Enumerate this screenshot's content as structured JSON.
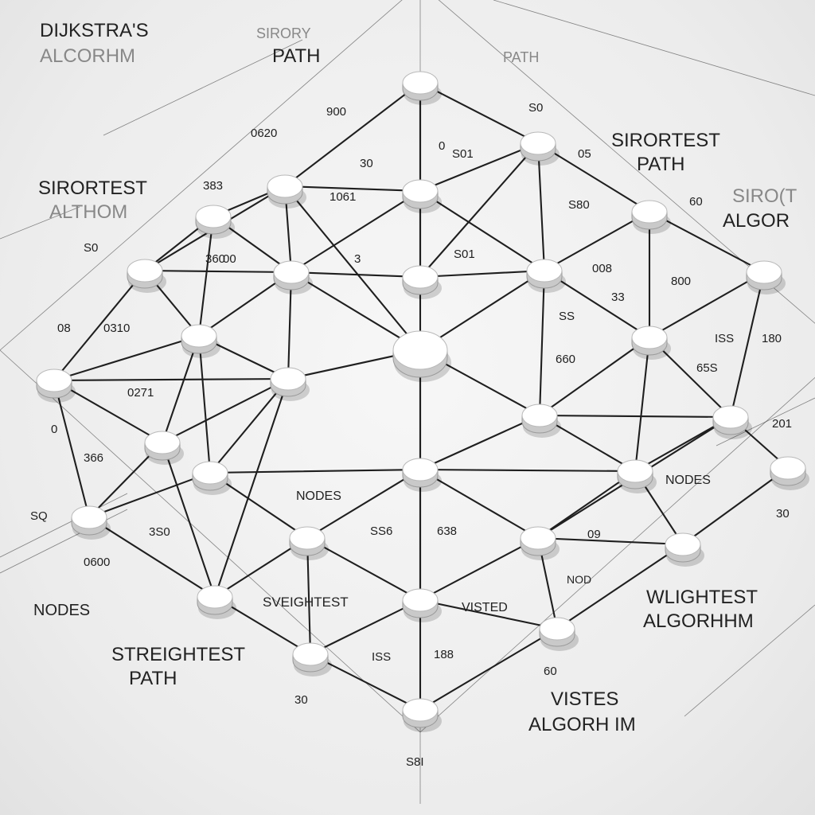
{
  "labels": [
    {
      "key": "title1",
      "text": "DIJKSTRA'S"
    },
    {
      "key": "title2",
      "text": "ALCORHM"
    },
    {
      "key": "tl_sirory",
      "text": "SIRORY"
    },
    {
      "key": "tl_path",
      "text": "PATH"
    },
    {
      "key": "top_path",
      "text": "PATH"
    },
    {
      "key": "sr_right1",
      "text": "SIRORTEST"
    },
    {
      "key": "sr_right2",
      "text": "PATH"
    },
    {
      "key": "sr_left1",
      "text": "SIRORTEST"
    },
    {
      "key": "sr_left2",
      "text": "ALTHOM"
    },
    {
      "key": "far_right1",
      "text": "SIRO(T"
    },
    {
      "key": "far_right2",
      "text": "ALGOR"
    },
    {
      "key": "nodes_center",
      "text": "NODES"
    },
    {
      "key": "nodes_right",
      "text": "NODES"
    },
    {
      "key": "nodes_left",
      "text": "NODES"
    },
    {
      "key": "sveightest",
      "text": "SVEIGHTEST"
    },
    {
      "key": "visted",
      "text": "VISTED"
    },
    {
      "key": "nod_small",
      "text": "NOD"
    },
    {
      "key": "wlightest",
      "text": "WLIGHTEST"
    },
    {
      "key": "algorhhm",
      "text": "ALGORHHM"
    },
    {
      "key": "streightest",
      "text": "STREIGHTEST"
    },
    {
      "key": "path_bottom",
      "text": "PATH"
    },
    {
      "key": "vistes",
      "text": "VISTES"
    },
    {
      "key": "algorhim",
      "text": "ALGORH IM"
    }
  ],
  "weights": [
    "900",
    "0620",
    "30",
    "383",
    "1061",
    "0",
    "S01",
    "S0",
    "05",
    "60",
    "S80",
    "S0",
    "S01",
    "360",
    "00",
    "3",
    "008",
    "800",
    "33",
    "08",
    "0310",
    "SS",
    "ISS",
    "660",
    "65S",
    "180",
    "0271",
    "0",
    "366",
    "SQ",
    "3S0",
    "SS6",
    "638",
    "ISS",
    "188",
    "09",
    "0600",
    "30",
    "S8I",
    "201",
    "30",
    "60",
    "S0",
    "ISS",
    "00",
    "ISS",
    "SS"
  ]
}
